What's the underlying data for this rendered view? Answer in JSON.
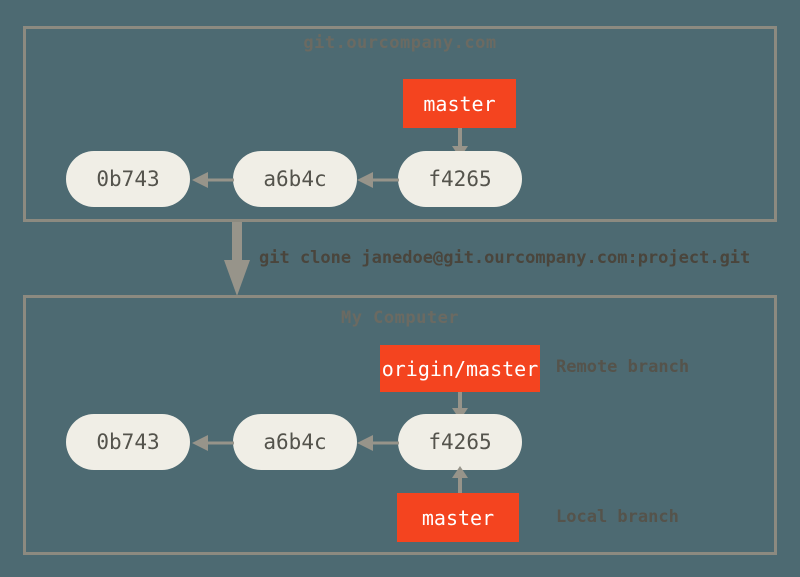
{
  "diagram": {
    "title": "git clone from remote server",
    "colors": {
      "background": "#4d6a72",
      "panel_border": "#8c8a80",
      "commit_fill": "#f0eee6",
      "commit_text": "#54534c",
      "branch_fill": "#f4441f",
      "branch_text": "#ffffff",
      "arrow": "#97948a",
      "label_text": "#55534b",
      "panel_title_text": "#6b6a62"
    }
  },
  "server_panel": {
    "title": "git.ourcompany.com",
    "branch_box": {
      "label": "master"
    },
    "commits": [
      {
        "id": "0b743"
      },
      {
        "id": "a6b4c"
      },
      {
        "id": "f4265"
      }
    ]
  },
  "clone_command": {
    "text": "git clone janedoe@git.ourcompany.com:project.git"
  },
  "local_panel": {
    "title": "My Computer",
    "remote_branch_box": {
      "label": "origin/master"
    },
    "remote_branch_note": "Remote branch",
    "local_branch_box": {
      "label": "master"
    },
    "local_branch_note": "Local branch",
    "commits": [
      {
        "id": "0b743"
      },
      {
        "id": "a6b4c"
      },
      {
        "id": "f4265"
      }
    ]
  }
}
